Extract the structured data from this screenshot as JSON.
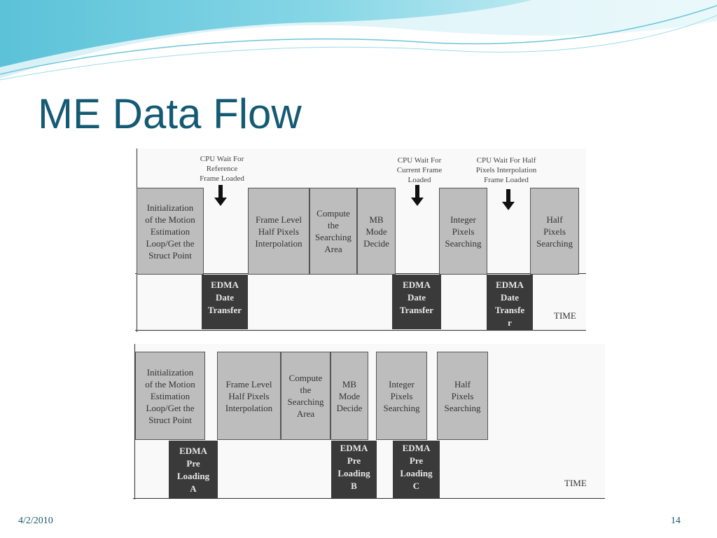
{
  "slide": {
    "title": "ME Data Flow",
    "date": "4/2/2010",
    "page_number": "14"
  },
  "diagram_top": {
    "notes": [
      "CPU Wait For\nReference\nFrame Loaded",
      "CPU Wait For\nCurrent Frame\nLoaded",
      "CPU Wait For Half\nPixels Interpolation\nFrame Loaded"
    ],
    "tasks": [
      "Initialization\nof the Motion\nEstimation\nLoop/Get the\nStruct Point",
      "Frame Level\nHalf Pixels\nInterpolation",
      "Compute\nthe\nSearching\nArea",
      "MB\nMode\nDecide",
      "Integer\nPixels\nSearching",
      "Half\nPixels\nSearching"
    ],
    "edma": [
      "EDMA\nDate\nTransfer",
      "EDMA\nDate\nTransfer",
      "EDMA\nDate\nTransfe\nr"
    ],
    "time_label": "TIME"
  },
  "diagram_bottom": {
    "tasks": [
      "Initialization\nof the Motion\nEstimation\nLoop/Get the\nStruct Point",
      "Frame Level\nHalf Pixels\nInterpolation",
      "Compute\nthe\nSearching\nArea",
      "MB\nMode\nDecide",
      "Integer\nPixels\nSearching",
      "Half\nPixels\nSearching"
    ],
    "edma": [
      "EDMA\nPre\nLoading\nA",
      "EDMA\nPre\nLoading\nB",
      "EDMA\nPre\nLoading\nC"
    ],
    "time_label": "TIME"
  },
  "colors": {
    "title": "#155a73",
    "task_fill": "#bdbdbd",
    "edma_fill": "#3a3a3a",
    "banner_light": "#cdeef5",
    "banner_dark": "#5bc2d8"
  }
}
